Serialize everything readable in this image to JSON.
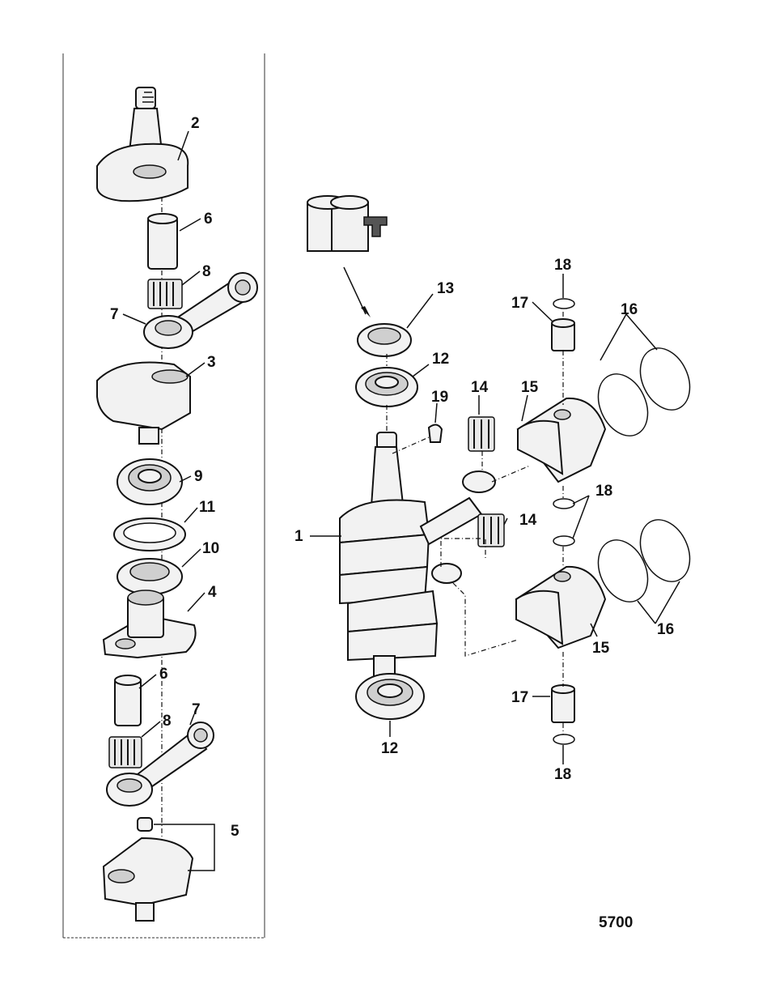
{
  "figure_number": "5700",
  "callouts": [
    "1",
    "2",
    "3",
    "4",
    "5",
    "6",
    "7",
    "8",
    "9",
    "10",
    "11",
    "12",
    "13",
    "14",
    "15",
    "16",
    "17",
    "18",
    "19"
  ],
  "callout_instances": [
    {
      "id": "2"
    },
    {
      "id": "6"
    },
    {
      "id": "8"
    },
    {
      "id": "7"
    },
    {
      "id": "3"
    },
    {
      "id": "9"
    },
    {
      "id": "11"
    },
    {
      "id": "10"
    },
    {
      "id": "4"
    },
    {
      "id": "6"
    },
    {
      "id": "8"
    },
    {
      "id": "7"
    },
    {
      "id": "5"
    },
    {
      "id": "13"
    },
    {
      "id": "12"
    },
    {
      "id": "19"
    },
    {
      "id": "14"
    },
    {
      "id": "15"
    },
    {
      "id": "17"
    },
    {
      "id": "18"
    },
    {
      "id": "16"
    },
    {
      "id": "1"
    },
    {
      "id": "18"
    },
    {
      "id": "14"
    },
    {
      "id": "15"
    },
    {
      "id": "16"
    },
    {
      "id": "17"
    },
    {
      "id": "18"
    },
    {
      "id": "12"
    }
  ]
}
